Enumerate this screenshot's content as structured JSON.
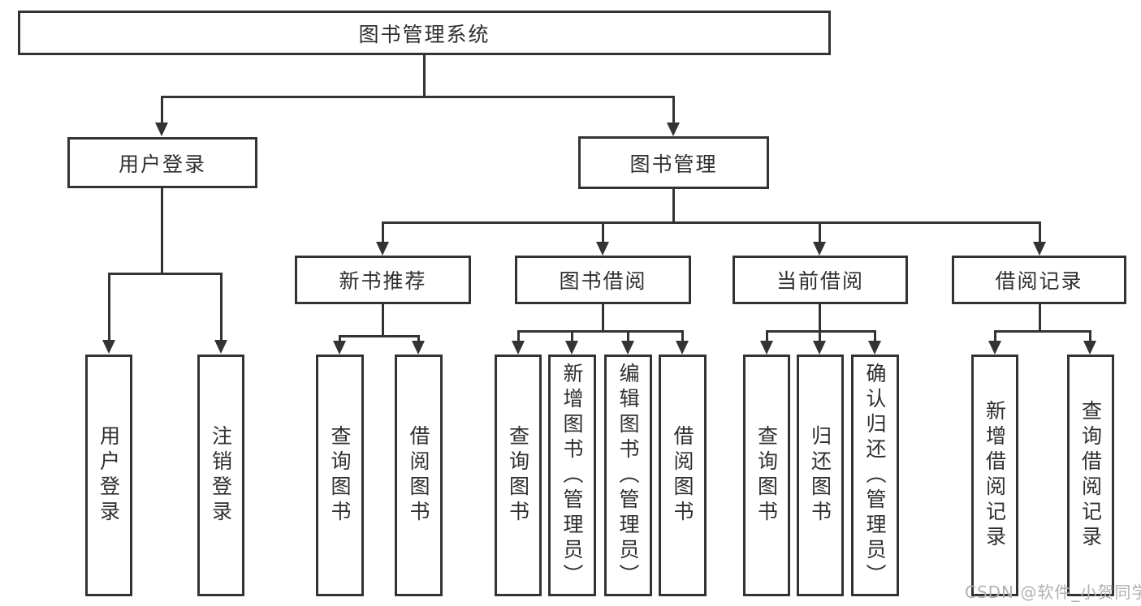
{
  "diagram": {
    "type": "hierarchy-tree",
    "title": "图书管理系统",
    "colors": {
      "background": "#ffffff",
      "line": "#333333",
      "box_border": "#333333",
      "box_fill": "#ffffff",
      "text": "#2f2f2f",
      "watermark_text": "#b0b0b0"
    },
    "nodes": {
      "root": "图书管理系统",
      "userLoginGroup": "用户登录",
      "bookMgmt": "图书管理",
      "login": "用户登录",
      "logout": "注销登录",
      "newBookRec": "新书推荐",
      "bookBorrow": "图书借阅",
      "currentBorrow": "当前借阅",
      "borrowRecords": "借阅记录",
      "nbQueryBooks": "查询图书",
      "nbBorrowBooks": "借阅图书",
      "bbQueryBooks": "查询图书",
      "bbAddBooks": "新增图书（管理员）",
      "bbEditBooks": "编辑图书（管理员）",
      "bbBorrowBooks": "借阅图书",
      "cbQueryBooks": "查询图书",
      "cbReturnBooks": "归还图书",
      "cbConfirmReturn": "确认归还（管理员）",
      "brAddRecord": "新增借阅记录",
      "brQueryRecord": "查询借阅记录"
    },
    "hierarchy": {
      "图书管理系统": {
        "用户登录": [
          "用户登录",
          "注销登录"
        ],
        "图书管理": {
          "新书推荐": [
            "查询图书",
            "借阅图书"
          ],
          "图书借阅": [
            "查询图书",
            "新增图书（管理员）",
            "编辑图书（管理员）",
            "借阅图书"
          ],
          "当前借阅": [
            "查询图书",
            "归还图书",
            "确认归还（管理员）"
          ],
          "借阅记录": [
            "新增借阅记录",
            "查询借阅记录"
          ]
        }
      }
    },
    "watermark": "CSDN @软件_小贺同学"
  }
}
